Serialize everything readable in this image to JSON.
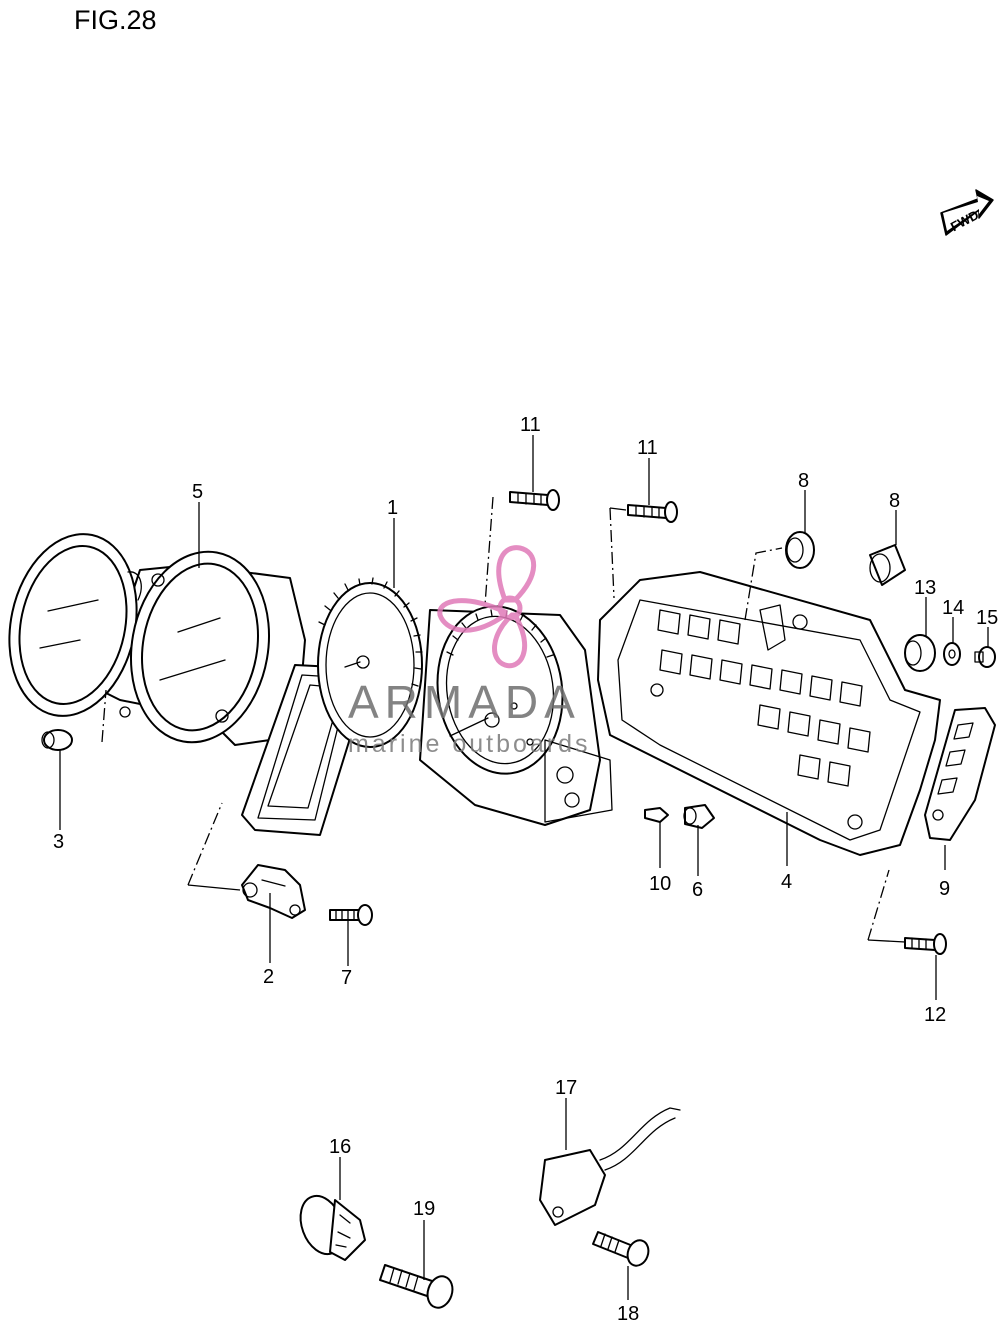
{
  "figure": {
    "title": "FIG.28"
  },
  "direction_badge": {
    "label": "FWD"
  },
  "callouts": [
    {
      "id": "c1",
      "label": "1"
    },
    {
      "id": "c2",
      "label": "2"
    },
    {
      "id": "c3",
      "label": "3"
    },
    {
      "id": "c4",
      "label": "4"
    },
    {
      "id": "c5",
      "label": "5"
    },
    {
      "id": "c6",
      "label": "6"
    },
    {
      "id": "c7",
      "label": "7"
    },
    {
      "id": "c8a",
      "label": "8"
    },
    {
      "id": "c8b",
      "label": "8"
    },
    {
      "id": "c9",
      "label": "9"
    },
    {
      "id": "c10",
      "label": "10"
    },
    {
      "id": "c11a",
      "label": "11"
    },
    {
      "id": "c11b",
      "label": "11"
    },
    {
      "id": "c12",
      "label": "12"
    },
    {
      "id": "c13",
      "label": "13"
    },
    {
      "id": "c14",
      "label": "14"
    },
    {
      "id": "c15",
      "label": "15"
    },
    {
      "id": "c16",
      "label": "16"
    },
    {
      "id": "c17",
      "label": "17"
    },
    {
      "id": "c18",
      "label": "18"
    },
    {
      "id": "c19",
      "label": "19"
    }
  ],
  "watermark": {
    "brand": "ARMADA",
    "tagline": "marine outboards",
    "accent_color": "#e07ab8"
  },
  "colors": {
    "line": "#000000",
    "background": "#ffffff"
  }
}
